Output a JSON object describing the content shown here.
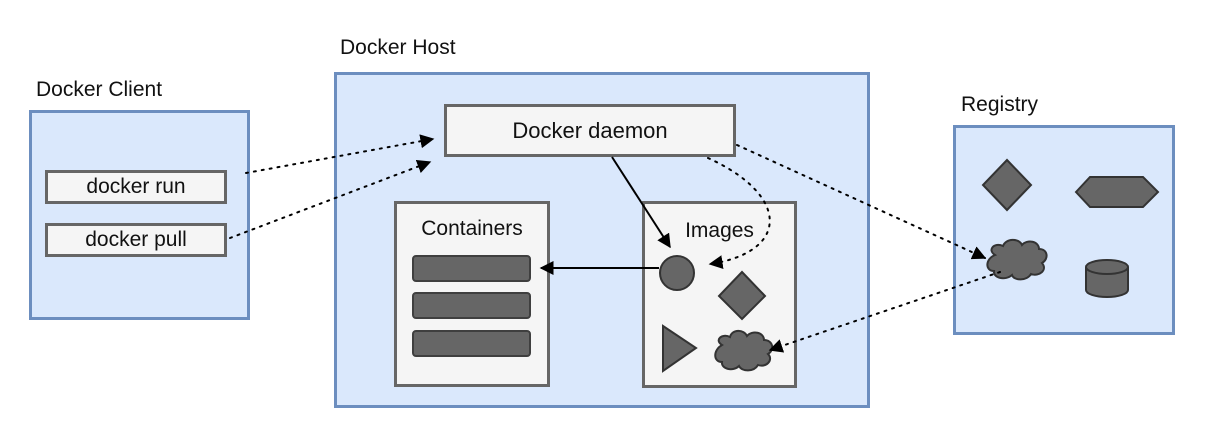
{
  "client": {
    "title": "Docker Client",
    "commands": [
      {
        "label": "docker run"
      },
      {
        "label": "docker pull"
      }
    ]
  },
  "host": {
    "title": "Docker Host",
    "daemon_label": "Docker daemon",
    "containers": {
      "title": "Containers",
      "count": 3
    },
    "images": {
      "title": "Images",
      "shapes": [
        "circle-icon",
        "diamond-icon",
        "triangle-icon",
        "cloud-icon"
      ]
    }
  },
  "registry": {
    "title": "Registry",
    "shapes": [
      "diamond-icon",
      "hexagon-icon",
      "cloud-icon",
      "cylinder-icon"
    ]
  },
  "colors": {
    "panel_fill": "#dae8fc",
    "panel_border": "#6c8ebf",
    "box_fill": "#f5f5f5",
    "box_border": "#666666",
    "shape_fill": "#666666"
  }
}
